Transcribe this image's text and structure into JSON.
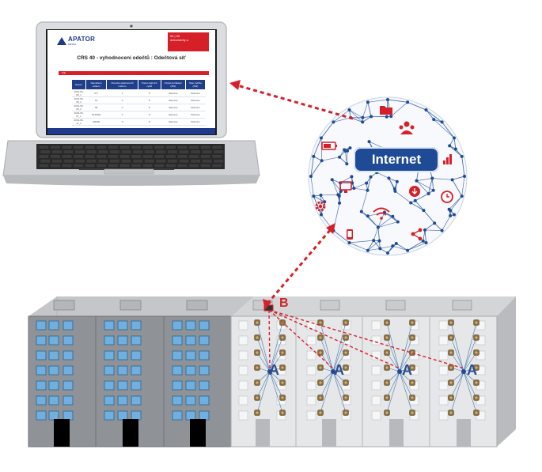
{
  "laptop": {
    "brand": "APATOR",
    "brand_sub": "METRA",
    "header_badge_line1": "02 | 03",
    "header_badge_line2": "dokumenty a",
    "screen_title": "CRS 40 - vyhodnocení odečtů : Odečtová síť",
    "red_bar_label": "Zde",
    "table_headers": [
      "Datum",
      "Naměřeno celkem",
      "Porucha elektroměrů měřeno",
      "Počet měřicích cyklů",
      "Chybová hlášení (SW)",
      "Stav měřiče (SW)"
    ],
    "table_rows": [
      [
        "2019-05-08_1",
        "377",
        "1",
        "8",
        "Sklenice",
        "Sklenice"
      ],
      [
        "2019-05-08_2",
        "19",
        "0",
        "8",
        "Sklenice",
        "Sklenice"
      ],
      [
        "2019-05-08_3",
        "58",
        "0",
        "8",
        "Sklenice",
        "Sklenice"
      ],
      [
        "2019-05-07_1",
        "814/806",
        "2",
        "8",
        "Sklenice",
        "Sklenice"
      ],
      [
        "2019-05-11_2",
        "0/0006",
        "0",
        "8",
        "Sklenice",
        "Sklenice"
      ]
    ]
  },
  "internet": {
    "label": "Internet"
  },
  "network": {
    "concentrator_label": "A",
    "gateway_label": "B"
  },
  "colors": {
    "accent_red": "#d62029",
    "network_blue": "#1f4a96",
    "building_dark": "#8f9397",
    "building_light": "#e6e7e8",
    "window_blue": "#6fb0e0"
  },
  "icons": [
    "folder-icon",
    "users-icon",
    "battery-icon",
    "signal-bars-icon",
    "monitor-icon",
    "download-cloud-icon",
    "settings-gear-icon",
    "wifi-icon",
    "clock-icon",
    "phone-icon",
    "share-icon"
  ]
}
